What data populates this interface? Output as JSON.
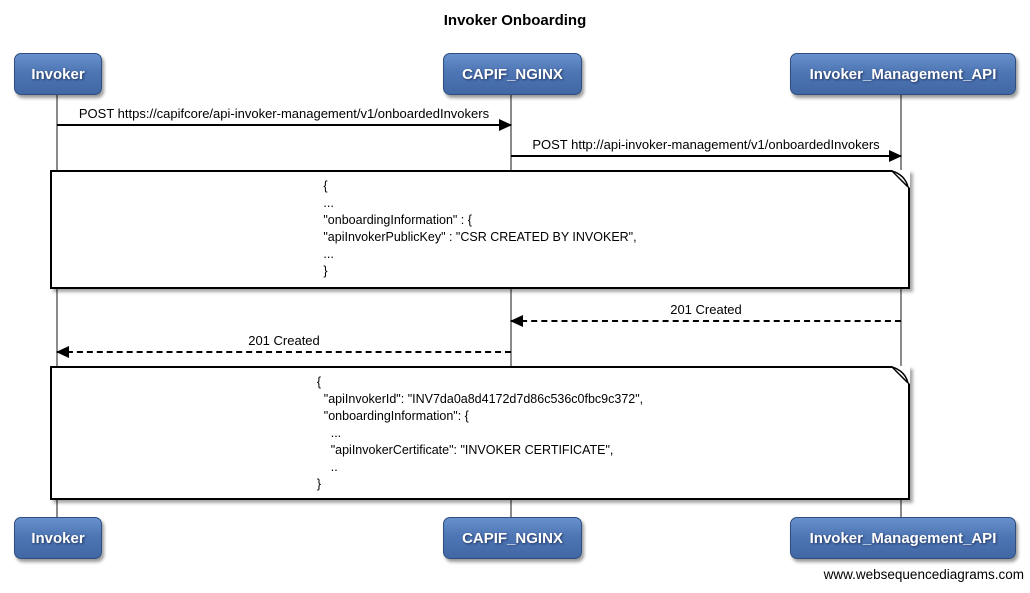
{
  "title": "Invoker Onboarding",
  "watermark": "www.websequencediagrams.com",
  "actors": [
    {
      "id": "invoker",
      "label": "Invoker"
    },
    {
      "id": "capif-nginx",
      "label": "CAPIF_NGINX"
    },
    {
      "id": "invoker-management-api",
      "label": "Invoker_Management_API"
    }
  ],
  "messages": [
    {
      "from": "Invoker",
      "to": "CAPIF_NGINX",
      "label": "POST https://capifcore/api-invoker-management/v1/onboardedInvokers",
      "line_style": "solid",
      "direction": "right"
    },
    {
      "from": "CAPIF_NGINX",
      "to": "Invoker_Management_API",
      "label": "POST http://api-invoker-management/v1/onboardedInvokers",
      "line_style": "solid",
      "direction": "right"
    },
    {
      "from": "Invoker_Management_API",
      "to": "CAPIF_NGINX",
      "label": "201 Created",
      "line_style": "dashed",
      "direction": "left"
    },
    {
      "from": "CAPIF_NGINX",
      "to": "Invoker",
      "label": "201 Created",
      "line_style": "dashed",
      "direction": "left"
    }
  ],
  "notes": [
    {
      "lines": [
        "{",
        "...",
        "\"onboardingInformation\" : {",
        "\"apiInvokerPublicKey\" : \"CSR CREATED BY INVOKER\",",
        "...",
        "}"
      ]
    },
    {
      "lines": [
        "{",
        "  \"apiInvokerId\": \"INV7da0a8d4172d7d86c536c0fbc9c372\",",
        "  \"onboardingInformation\": {",
        "    ...",
        "    \"apiInvokerCertificate\": \"INVOKER CERTIFICATE\",",
        "    ..",
        "}"
      ]
    }
  ],
  "colors": {
    "actor_fill_top": "#6890cc",
    "actor_fill_bottom": "#4267a5",
    "actor_border": "#2d4e7e",
    "actor_text": "#ffffff",
    "lifeline": "#8b8b8b",
    "line": "#000000",
    "note_background": "#ffffff",
    "note_border": "#000000",
    "background": "#ffffff"
  }
}
